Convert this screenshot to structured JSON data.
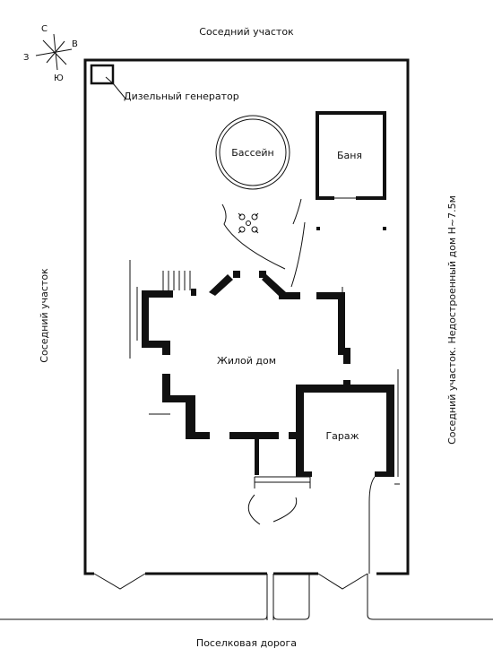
{
  "labels": {
    "top_neighbor": "Соседний участок",
    "left_neighbor": "Соседний участок",
    "right_neighbor": "Соседний участок. Недостроенный дом H~7.5м",
    "bottom_road": "Поселковая дорога",
    "generator": "Дизельный генератор",
    "pool": "Бассейн",
    "bath": "Баня",
    "house": "Жилой дом",
    "garage": "Гараж"
  },
  "compass": {
    "n": "С",
    "e": "В",
    "s": "Ю",
    "w": "З"
  },
  "colors": {
    "line": "#111111",
    "background": "#ffffff"
  }
}
